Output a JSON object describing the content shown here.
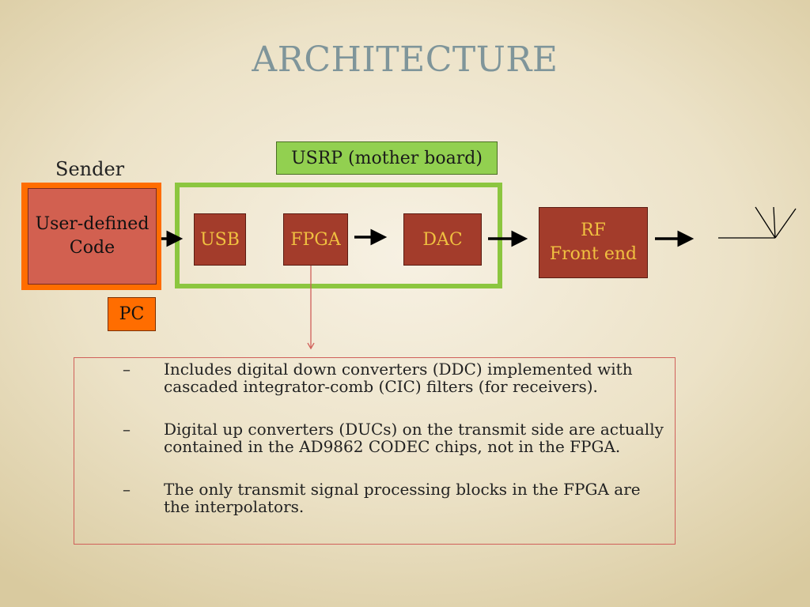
{
  "title": "ARCHITECTURE",
  "usrp_label": "USRP (mother board)",
  "sender_label": "Sender",
  "user_code": [
    "User-defined",
    "Code"
  ],
  "pc_label": "PC",
  "blocks": {
    "usb": "USB",
    "fpga": "FPGA",
    "dac": "DAC",
    "rf": [
      "RF",
      "Front end"
    ]
  },
  "notes": [
    {
      "bullet": "–",
      "text": "Includes digital down converters (DDC) implemented with cascaded integrator-comb (CIC) filters (for receivers)."
    },
    {
      "bullet": "–",
      "text": "Digital up converters (DUCs) on the transmit side are actually contained in the AD9862 CODEC chips, not in the FPGA."
    },
    {
      "bullet": "–",
      "text": "The only transmit signal processing blocks in the FPGA are the interpolators."
    }
  ],
  "colors": {
    "title": "#7f959a",
    "usrp_label_bg": "#92d050",
    "motherboard_frame": "#8cc63f",
    "pc_orange": "#ff6d00",
    "user_code_bg": "#d26050",
    "block_bg": "#a33c2b",
    "block_text": "#f0c040",
    "note_border": "#d0605a"
  },
  "icons": [
    "arrow-right-icon",
    "antenna-icon",
    "arrow-down-icon"
  ]
}
